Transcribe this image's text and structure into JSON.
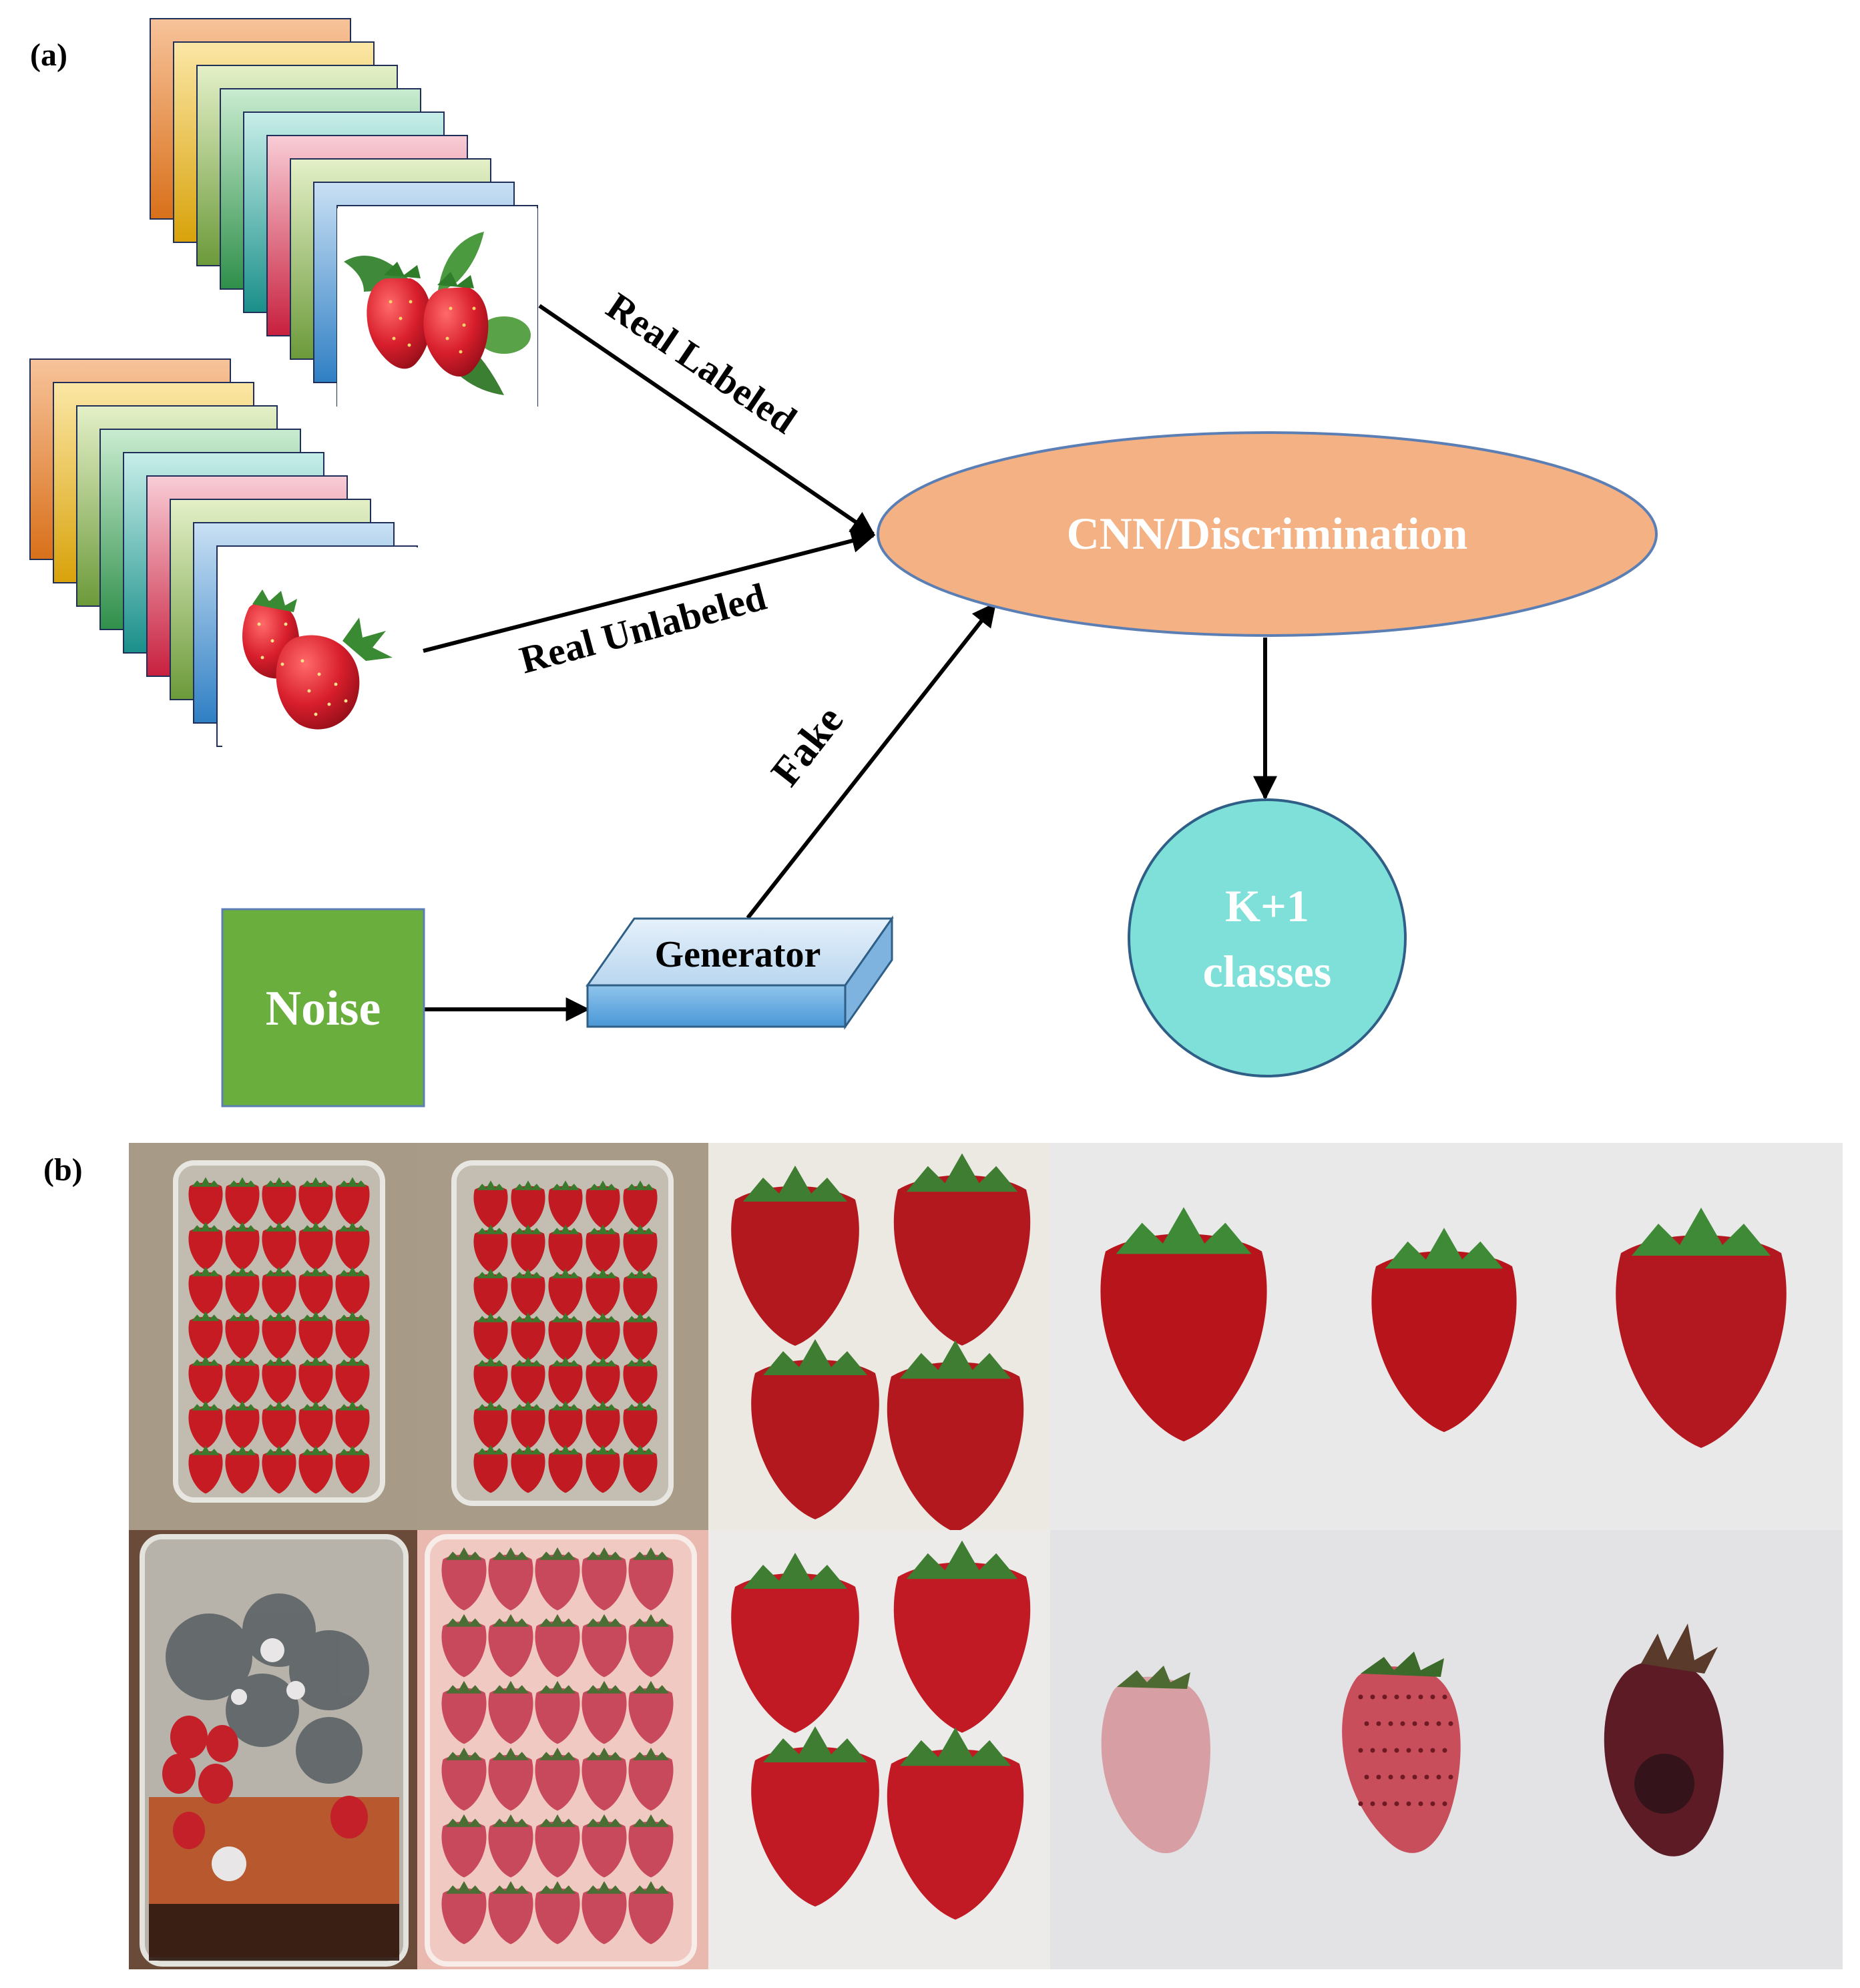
{
  "panels": {
    "a": "(a)",
    "b": "(b)"
  },
  "edges": {
    "real_labeled": "Real Labeled",
    "real_unlabeled": "Real Unlabeled",
    "fake": "Fake"
  },
  "nodes": {
    "cnn": "CNN/Discrimination",
    "output_line1": "K+1",
    "output_line2": "classes",
    "noise": "Noise",
    "generator": "Generator"
  },
  "colors": {
    "cnn_fill": "#f4b183",
    "cnn_stroke": "#5b7fb5",
    "output_fill": "#7fe0d9",
    "noise_fill": "#6aaf3d",
    "generator_top": "#cfe3f5",
    "generator_front": "#6aaedf"
  },
  "photos": [
    {
      "name": "fresh-tray-1",
      "condition": "fresh"
    },
    {
      "name": "fresh-tray-2",
      "condition": "fresh"
    },
    {
      "name": "fresh-four-closeup",
      "condition": "fresh"
    },
    {
      "name": "fresh-three-white-background",
      "condition": "fresh"
    },
    {
      "name": "moldy-tray",
      "condition": "spoiled"
    },
    {
      "name": "aged-tray",
      "condition": "spoiled"
    },
    {
      "name": "aged-four-closeup",
      "condition": "spoiled"
    },
    {
      "name": "spoiled-three-white-background",
      "condition": "spoiled"
    }
  ]
}
